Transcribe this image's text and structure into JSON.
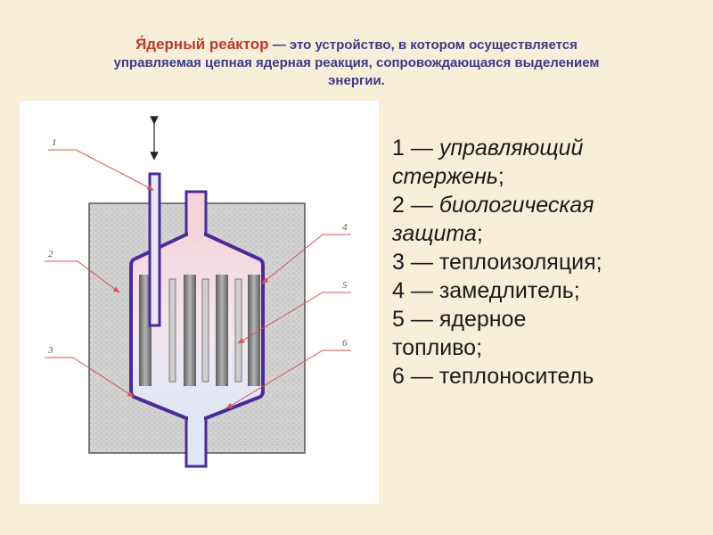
{
  "header": {
    "term": "Я́дерный реа́ктор",
    "definition_line1": " — это устройство, в котором осуществляется",
    "definition_line2": "управляемая цепная ядерная реакция, сопровождающаяся выделением",
    "definition_line3": "энергии."
  },
  "figure": {
    "callouts": [
      "1",
      "2",
      "3",
      "4",
      "5",
      "6"
    ]
  },
  "legend": {
    "items": [
      {
        "num": "1 —",
        "line1": "управляющий",
        "line2": "стержень",
        "suffix": ";",
        "italic": true
      },
      {
        "num": "2 —",
        "line1": "биологическая",
        "line2": "защита",
        "suffix": ";",
        "italic": true
      },
      {
        "num": "3 —",
        "line1": "теплоизоляция;",
        "italic": false
      },
      {
        "num": "4 —",
        "line1": "замедлитель;",
        "italic": false
      },
      {
        "num": "5 —",
        "line1": "ядерное",
        "line2": "топливо;",
        "italic": false
      },
      {
        "num": "6 —",
        "line1": "теплоноситель",
        "italic": false
      }
    ]
  },
  "colors": {
    "term": "#c0392b",
    "header_text": "#3a3a8a",
    "vessel_outline": "#4b2a9a",
    "shield_fill": "#cfcfcf",
    "callout_line": "#d9534f"
  }
}
